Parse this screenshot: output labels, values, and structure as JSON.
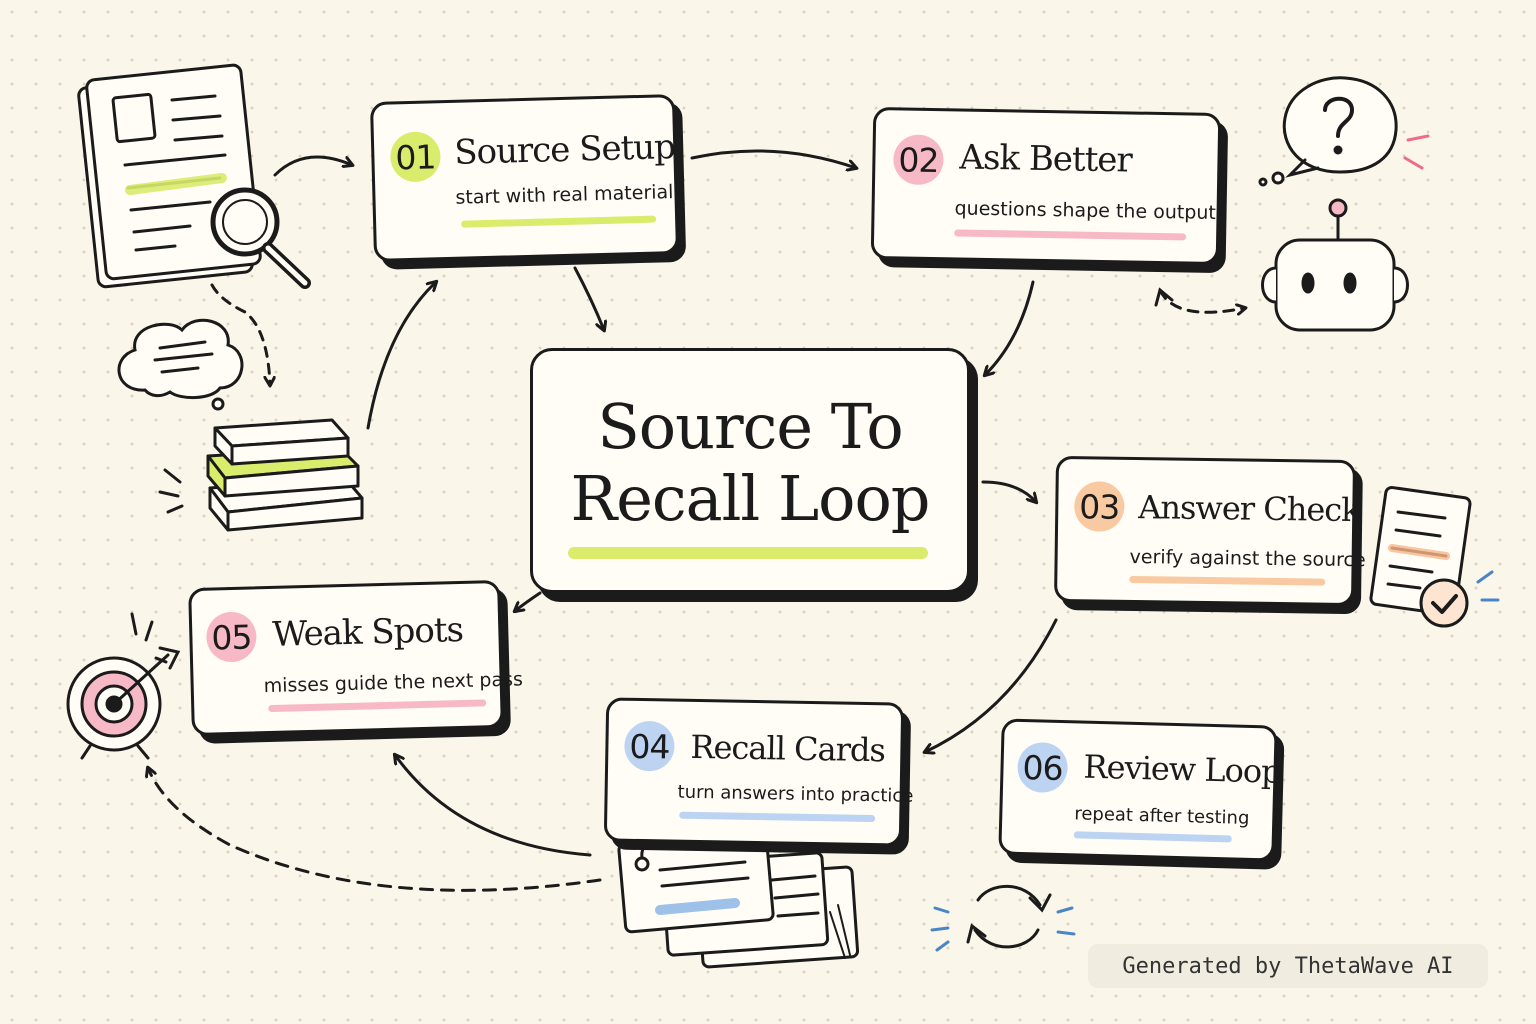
{
  "diagram": {
    "hub": {
      "title_line1": "Source To",
      "title_line2": "Recall Loop"
    },
    "steps": [
      {
        "number": "01",
        "title": "Source Setup",
        "subtitle": "start with real material",
        "color": "#d9ec6c"
      },
      {
        "number": "02",
        "title": "Ask Better",
        "subtitle": "questions shape the output",
        "color": "#f7b9c6"
      },
      {
        "number": "03",
        "title": "Answer Check",
        "subtitle": "verify against the source",
        "color": "#f9c9a2"
      },
      {
        "number": "04",
        "title": "Recall Cards",
        "subtitle": "turn answers into practice",
        "color": "#bcd3f2"
      },
      {
        "number": "05",
        "title": "Weak Spots",
        "subtitle": "misses guide the next pass",
        "color": "#f7b9c6"
      },
      {
        "number": "06",
        "title": "Review Loop",
        "subtitle": "repeat after testing",
        "color": "#bcd3f2"
      }
    ],
    "icons": [
      "document-search-icon",
      "thought-cloud-icon",
      "books-icon",
      "question-bubble-icon",
      "robot-icon",
      "checked-document-icon",
      "flashcards-icon",
      "target-icon",
      "refresh-cycle-icon"
    ],
    "accent_green": "#d9ec6c",
    "ink": "#1b1b1b"
  },
  "footer": {
    "watermark": "Generated by ThetaWave AI"
  }
}
